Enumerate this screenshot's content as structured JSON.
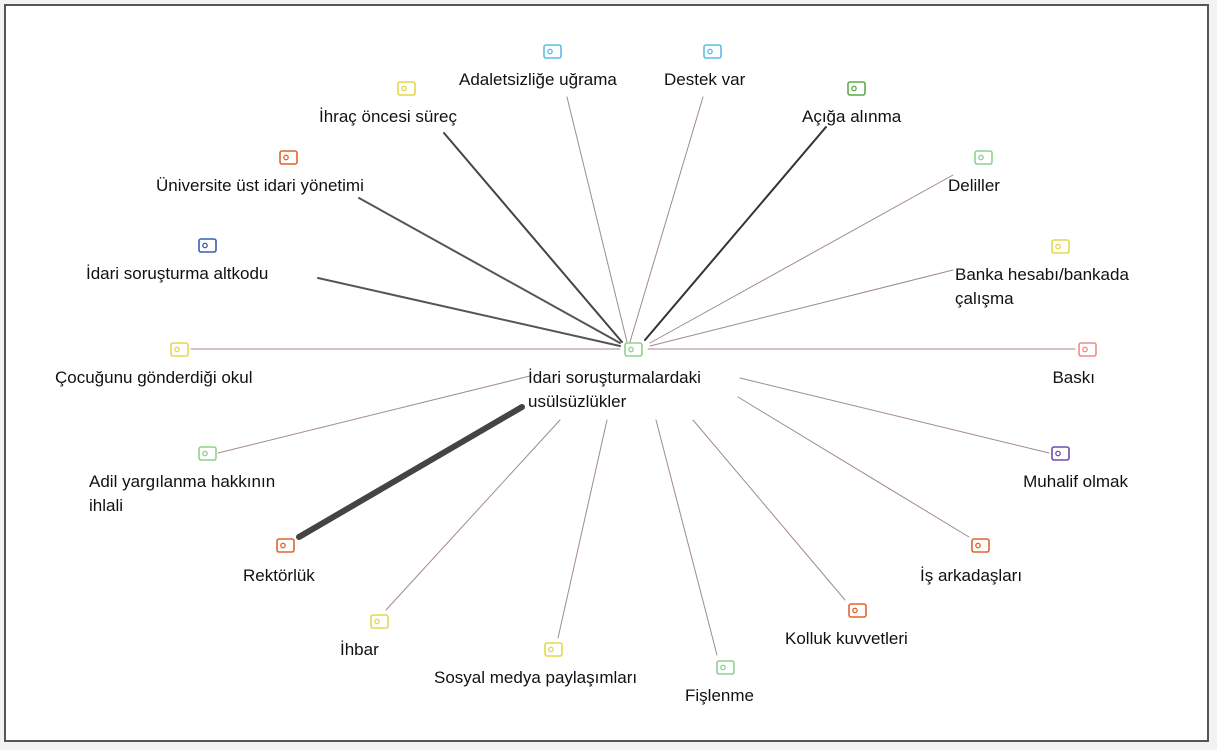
{
  "center": {
    "lines": [
      "İdari soruşturmalardaki",
      "usülsüzlükler"
    ],
    "color": "#8fd08f"
  },
  "nodes": [
    {
      "id": "adaletsizlige-ugrama",
      "lines": [
        "Adaletsizliğe uğrama"
      ],
      "color": "#5bbde6",
      "edge": {
        "color": "#a08a90",
        "width": 1
      }
    },
    {
      "id": "destek-var",
      "lines": [
        "Destek var"
      ],
      "color": "#5bbde6",
      "edge": {
        "color": "#a08a90",
        "width": 1
      }
    },
    {
      "id": "ihrac-oncesi-surec",
      "lines": [
        "İhraç öncesi süreç"
      ],
      "color": "#e3d84a",
      "edge": {
        "color": "#444444",
        "width": 2
      }
    },
    {
      "id": "aciga-alinma",
      "lines": [
        "Açığa alınma"
      ],
      "color": "#5fa94c",
      "edge": {
        "color": "#333333",
        "width": 2
      }
    },
    {
      "id": "universite-ust-idari-yonetimi",
      "lines": [
        "Üniversite üst idari yönetimi"
      ],
      "color": "#e0642c",
      "edge": {
        "color": "#555555",
        "width": 2
      }
    },
    {
      "id": "deliller",
      "lines": [
        "Deliller"
      ],
      "color": "#8fd08f",
      "edge": {
        "color": "#a08a90",
        "width": 1
      }
    },
    {
      "id": "idari-sorusturma-altkodu",
      "lines": [
        "İdari soruşturma altkodu"
      ],
      "color": "#3d5cb5",
      "edge": {
        "color": "#555555",
        "width": 2
      }
    },
    {
      "id": "banka-hesabi",
      "lines": [
        "Banka hesabı/bankada",
        "çalışma"
      ],
      "color": "#e3d84a",
      "edge": {
        "color": "#a08a90",
        "width": 1
      }
    },
    {
      "id": "cocugunu-gonderdigi-okul",
      "lines": [
        "Çocuğunu gönderdiği okul"
      ],
      "color": "#e3d84a",
      "edge": {
        "color": "#a08a90",
        "width": 1
      }
    },
    {
      "id": "baski",
      "lines": [
        "Baskı"
      ],
      "color": "#f08a8a",
      "edge": {
        "color": "#a08a90",
        "width": 1
      }
    },
    {
      "id": "adil-yargilanma",
      "lines": [
        "Adil yargılanma hakkının",
        "ihlali"
      ],
      "color": "#8fd08f",
      "edge": {
        "color": "#a08a90",
        "width": 1
      }
    },
    {
      "id": "muhalif-olmak",
      "lines": [
        "Muhalif olmak"
      ],
      "color": "#6a4fb5",
      "edge": {
        "color": "#a08a90",
        "width": 1
      }
    },
    {
      "id": "rektorluk",
      "lines": [
        "Rektörlük"
      ],
      "color": "#e0642c",
      "edge": {
        "color": "#444444",
        "width": 6
      }
    },
    {
      "id": "is-arkadaslari",
      "lines": [
        "İş arkadaşları"
      ],
      "color": "#e0642c",
      "edge": {
        "color": "#a08a90",
        "width": 1
      }
    },
    {
      "id": "ihbar",
      "lines": [
        "İhbar"
      ],
      "color": "#e3d84a",
      "edge": {
        "color": "#a08a90",
        "width": 1
      }
    },
    {
      "id": "kolluk-kuvvetleri",
      "lines": [
        "Kolluk kuvvetleri"
      ],
      "color": "#e0642c",
      "edge": {
        "color": "#a08a90",
        "width": 1
      }
    },
    {
      "id": "sosyal-medya",
      "lines": [
        "Sosyal medya paylaşımları"
      ],
      "color": "#e3d84a",
      "edge": {
        "color": "#a08a90",
        "width": 1
      }
    },
    {
      "id": "fislenme",
      "lines": [
        "Fişlenme"
      ],
      "color": "#8fd08f",
      "edge": {
        "color": "#a08a90",
        "width": 1
      }
    }
  ]
}
